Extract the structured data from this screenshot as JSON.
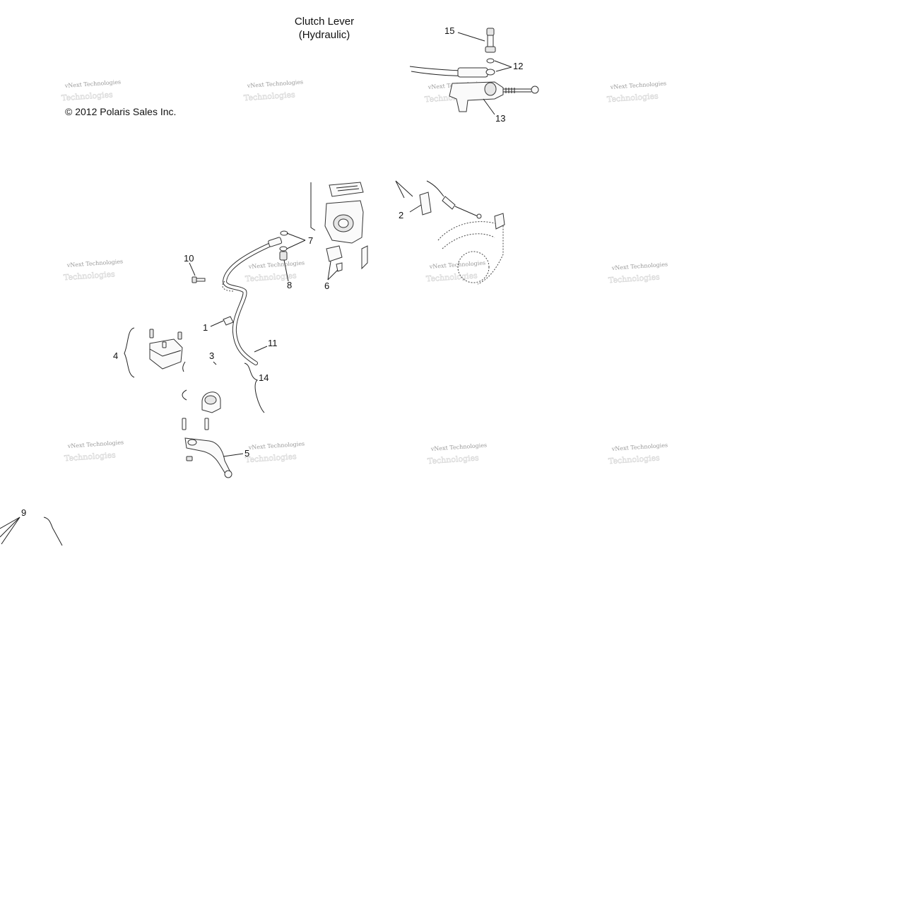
{
  "title": {
    "line1": "Clutch Lever",
    "line2": "(Hydraulic)"
  },
  "copyright": "© 2012 Polaris Sales Inc.",
  "watermark": {
    "line1": "vNext Technologies",
    "line2": "Technologies"
  },
  "callouts": {
    "c1": "1",
    "c2": "2",
    "c3": "3",
    "c4": "4",
    "c5": "5",
    "c6": "6",
    "c7": "7",
    "c8": "8",
    "c9": "9",
    "c10": "10",
    "c11": "11",
    "c12": "12",
    "c13": "13",
    "c14": "14",
    "c15": "15"
  }
}
